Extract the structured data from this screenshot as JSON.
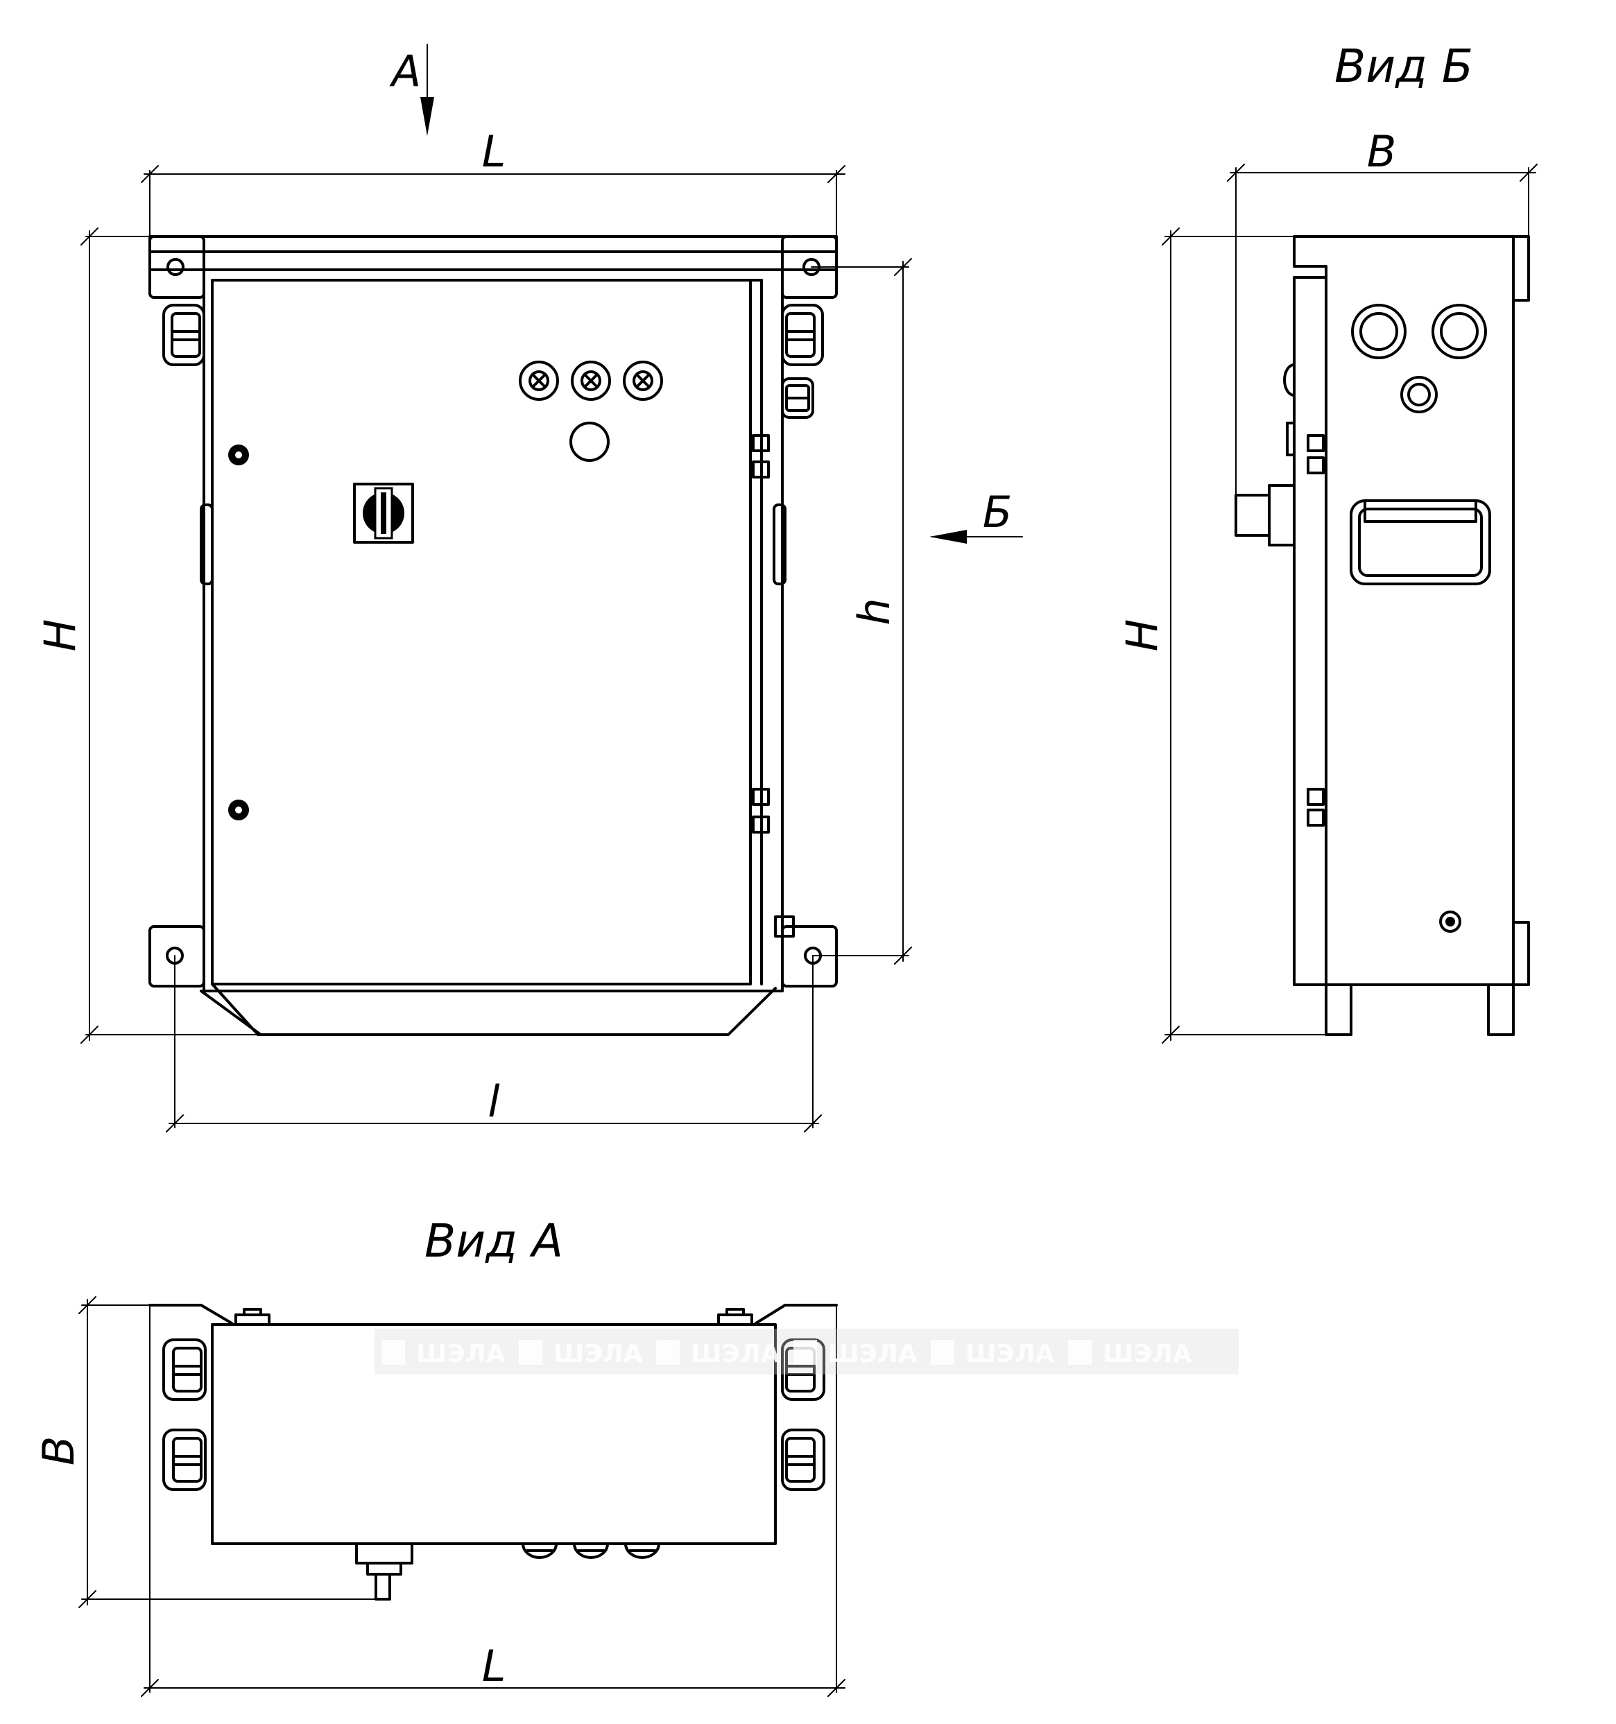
{
  "labels": {
    "arrow_a": "А",
    "arrow_b": "Б",
    "dim_L_top": "L",
    "dim_H_front": "H",
    "dim_h": "h",
    "dim_l": "l",
    "view_b_title": "Вид Б",
    "dim_B_side": "B",
    "dim_H_side": "H",
    "view_a_title": "Вид А",
    "dim_B_bottom": "B",
    "dim_L_bottom": "L"
  },
  "watermark": {
    "text": "ШЭЛА",
    "repeat": 6
  },
  "colors": {
    "ink": "#000000",
    "paper": "#ffffff",
    "watermark": "#d9d9d9"
  }
}
